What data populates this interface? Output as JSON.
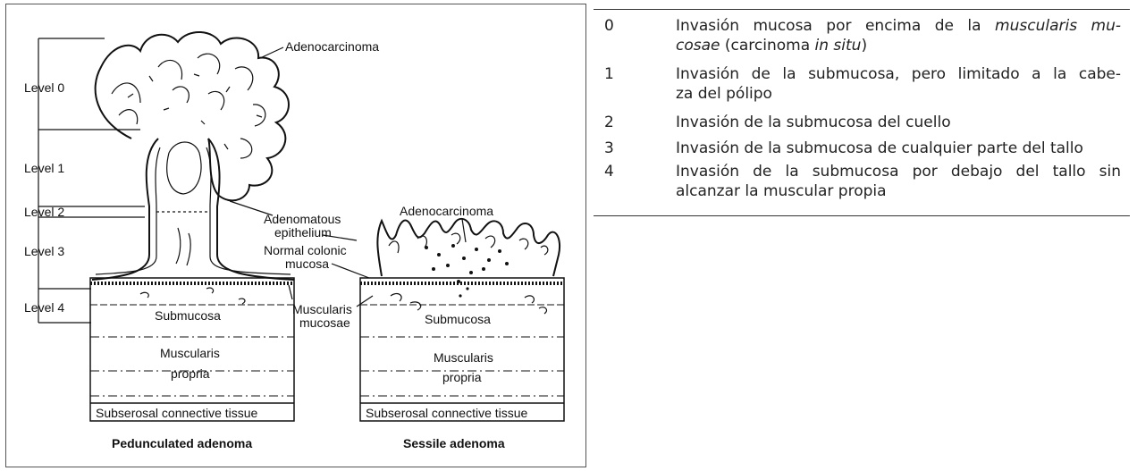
{
  "figure": {
    "level_labels": [
      "Level 0",
      "Level 1",
      "Level 2",
      "Level 3",
      "Level 4"
    ],
    "pedunculated": {
      "adenocarcinoma": "Adenocarcinoma",
      "adenomatous_epithelium": [
        "Adenomatous",
        "epithelium"
      ],
      "normal_colonic_mucosa": [
        "Normal colonic",
        "mucosa"
      ],
      "muscularis_mucosae": [
        "Muscularis",
        "mucosae"
      ],
      "submucosa": "Submucosa",
      "muscularis_propria": [
        "Muscularis",
        "propria"
      ],
      "subserosal": "Subserosal connective tissue",
      "caption": "Pedunculated adenoma"
    },
    "sessile": {
      "adenocarcinoma": "Adenocarcinoma",
      "submucosa": "Submucosa",
      "muscularis_propria": [
        "Muscularis",
        "propria"
      ],
      "subserosal": "Subserosal connective tissue",
      "caption": "Sessile adenoma"
    }
  },
  "table": {
    "rows": [
      {
        "num": "0",
        "lines": [
          [
            {
              "t": "Invasión mucosa por encima de la "
            },
            {
              "t": "muscularis mu-",
              "i": true
            }
          ],
          [
            {
              "t": "cosae",
              "i": true
            },
            {
              "t": " (carcinoma "
            },
            {
              "t": "in situ",
              "i": true
            },
            {
              "t": ")"
            }
          ]
        ]
      },
      {
        "num": "1",
        "lines": [
          [
            {
              "t": "Invasión de la submucosa, pero limitado a la cabe-"
            }
          ],
          [
            {
              "t": "za del pólipo"
            }
          ]
        ]
      },
      {
        "num": "2",
        "lines": [
          [
            {
              "t": "Invasión de la submucosa del cuello"
            }
          ]
        ]
      },
      {
        "num": "3",
        "lines": [
          [
            {
              "t": "Invasión de la submucosa de cualquier parte del tallo"
            }
          ]
        ]
      },
      {
        "num": "4",
        "lines": [
          [
            {
              "t": "Invasión de la submucosa por debajo del tallo sin"
            }
          ],
          [
            {
              "t": "alcanzar la muscular propia"
            }
          ]
        ]
      }
    ]
  }
}
